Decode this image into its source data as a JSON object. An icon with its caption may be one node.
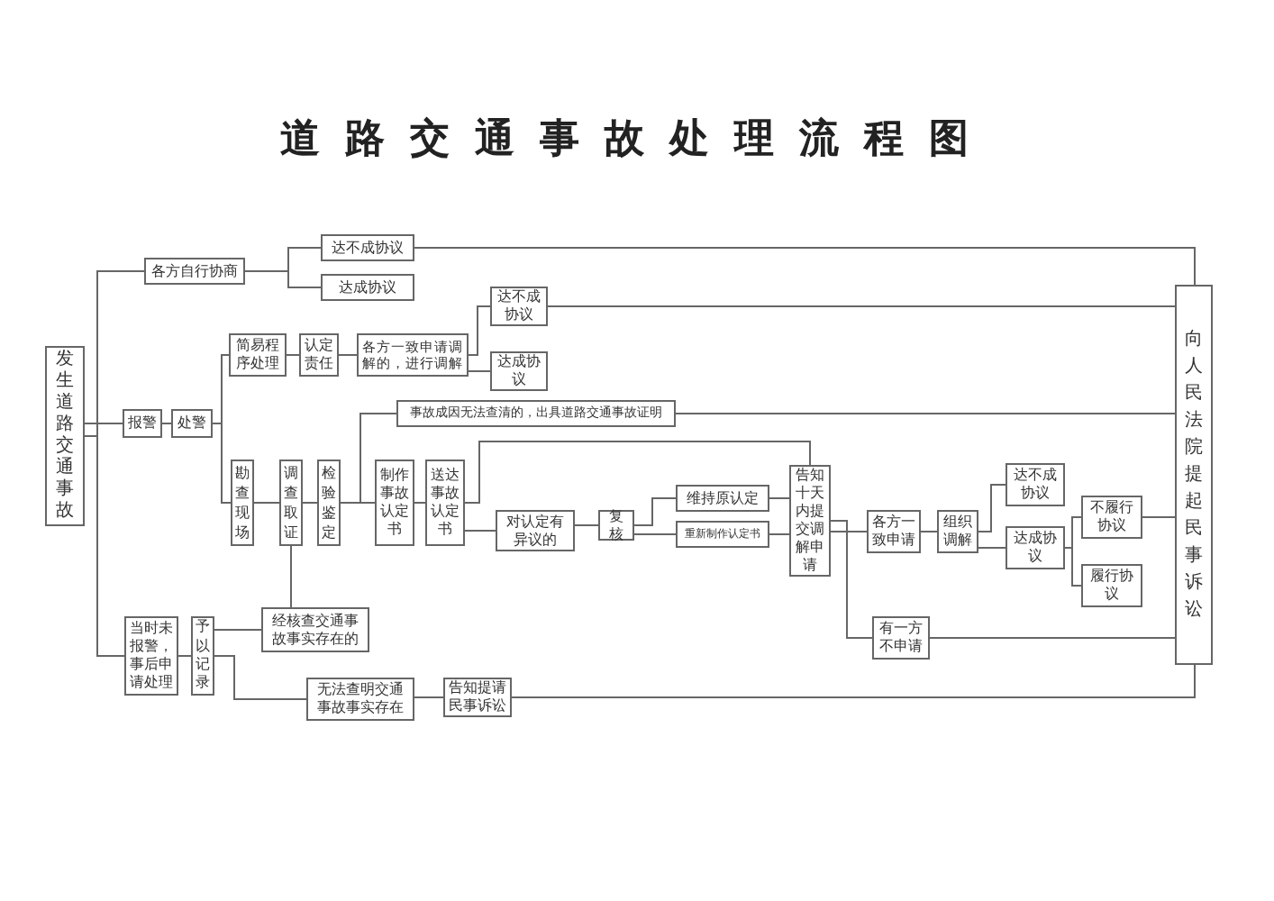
{
  "diagram": {
    "title": "道路交通事故处理流程图",
    "nodes": [
      {
        "text": [
          "发生道路交通事故"
        ]
      },
      {
        "text": [
          "各方自行协商"
        ]
      },
      {
        "text": [
          "达不成协议"
        ]
      },
      {
        "text": [
          "达成协议"
        ]
      },
      {
        "text": [
          "报警"
        ]
      },
      {
        "text": [
          "处警"
        ]
      },
      {
        "text": [
          "简易程序处理"
        ]
      },
      {
        "text": [
          "认定责任"
        ]
      },
      {
        "text": [
          "各方一致申请调解的，进行调解"
        ]
      },
      {
        "text": [
          "达不成协议"
        ]
      },
      {
        "text": [
          "达成协议"
        ]
      },
      {
        "text": [
          "事故成因无法查清的，出具道路交通事故证明"
        ]
      },
      {
        "text": [
          "勘查现场"
        ]
      },
      {
        "text": [
          "调查取证"
        ]
      },
      {
        "text": [
          "检验鉴定"
        ]
      },
      {
        "text": [
          "制作事故认定书"
        ]
      },
      {
        "text": [
          "送达事故认定书"
        ]
      },
      {
        "text": [
          "对认定有异议的"
        ]
      },
      {
        "text": [
          "复核"
        ]
      },
      {
        "text": [
          "维持原认定"
        ]
      },
      {
        "text": [
          "重新制作认定书"
        ]
      },
      {
        "text": [
          "告知十天内提交调解申请"
        ]
      },
      {
        "text": [
          "各方一致申请"
        ]
      },
      {
        "text": [
          "组织调解"
        ]
      },
      {
        "text": [
          "达不成协议"
        ]
      },
      {
        "text": [
          "达成协议"
        ]
      },
      {
        "text": [
          "不履行协议"
        ]
      },
      {
        "text": [
          "履行协议"
        ]
      },
      {
        "text": [
          "有一方不申请"
        ]
      },
      {
        "text": [
          "向人民法院提起民事诉讼"
        ]
      },
      {
        "text": [
          "当时未报警，事后申请处理"
        ]
      },
      {
        "text": [
          "予以记录"
        ]
      },
      {
        "text": [
          "经核查交通事故事实存在的"
        ]
      },
      {
        "text": [
          "无法查明交通事故事实存在"
        ]
      },
      {
        "text": [
          "告知提请民事诉讼"
        ]
      }
    ],
    "edges": [
      {
        "from": 0,
        "to": 1,
        "arrow": "none"
      },
      {
        "from": 0,
        "to": 4,
        "arrow": "none"
      },
      {
        "from": 0,
        "to": 30,
        "arrow": "none"
      },
      {
        "from": 1,
        "to": 2,
        "arrow": "none"
      },
      {
        "from": 1,
        "to": 3,
        "arrow": "none"
      },
      {
        "from": 2,
        "to": 29,
        "arrow": "none"
      },
      {
        "from": 4,
        "to": 5,
        "arrow": "none"
      },
      {
        "from": 5,
        "to": 6,
        "arrow": "none"
      },
      {
        "from": 5,
        "to": 12,
        "arrow": "none"
      },
      {
        "from": 6,
        "to": 7,
        "arrow": "none"
      },
      {
        "from": 7,
        "to": 8,
        "arrow": "none"
      },
      {
        "from": 8,
        "to": 9,
        "arrow": "none"
      },
      {
        "from": 8,
        "to": 10,
        "arrow": "none"
      },
      {
        "from": 9,
        "to": 29,
        "arrow": "none"
      },
      {
        "from": 11,
        "to": 29,
        "arrow": "none"
      },
      {
        "from": 12,
        "to": 13,
        "arrow": "none"
      },
      {
        "from": 13,
        "to": 14,
        "arrow": "none"
      },
      {
        "from": 14,
        "to": 11,
        "arrow": "none"
      },
      {
        "from": 14,
        "to": 15,
        "arrow": "none"
      },
      {
        "from": 15,
        "to": 16,
        "arrow": "none"
      },
      {
        "from": 16,
        "to": 17,
        "arrow": "none"
      },
      {
        "from": 16,
        "to": 21,
        "arrow": "none"
      },
      {
        "from": 17,
        "to": 18,
        "arrow": "none"
      },
      {
        "from": 18,
        "to": 19,
        "arrow": "none"
      },
      {
        "from": 18,
        "to": 20,
        "arrow": "none"
      },
      {
        "from": 19,
        "to": 21,
        "arrow": "none"
      },
      {
        "from": 20,
        "to": 21,
        "arrow": "none"
      },
      {
        "from": 21,
        "to": 22,
        "arrow": "none"
      },
      {
        "from": 21,
        "to": 28,
        "arrow": "none"
      },
      {
        "from": 22,
        "to": 23,
        "arrow": "none"
      },
      {
        "from": 23,
        "to": 24,
        "arrow": "none"
      },
      {
        "from": 23,
        "to": 25,
        "arrow": "none"
      },
      {
        "from": 25,
        "to": 26,
        "arrow": "none"
      },
      {
        "from": 25,
        "to": 27,
        "arrow": "none"
      },
      {
        "from": 26,
        "to": 29,
        "arrow": "none"
      },
      {
        "from": 28,
        "to": 29,
        "arrow": "none"
      },
      {
        "from": 13,
        "to": 32,
        "arrow": "none"
      },
      {
        "from": 30,
        "to": 31,
        "arrow": "none"
      },
      {
        "from": 31,
        "to": 32,
        "arrow": "none"
      },
      {
        "from": 31,
        "to": 33,
        "arrow": "none"
      },
      {
        "from": 33,
        "to": 34,
        "arrow": "none"
      },
      {
        "from": 34,
        "to": 29,
        "arrow": "none"
      }
    ]
  }
}
